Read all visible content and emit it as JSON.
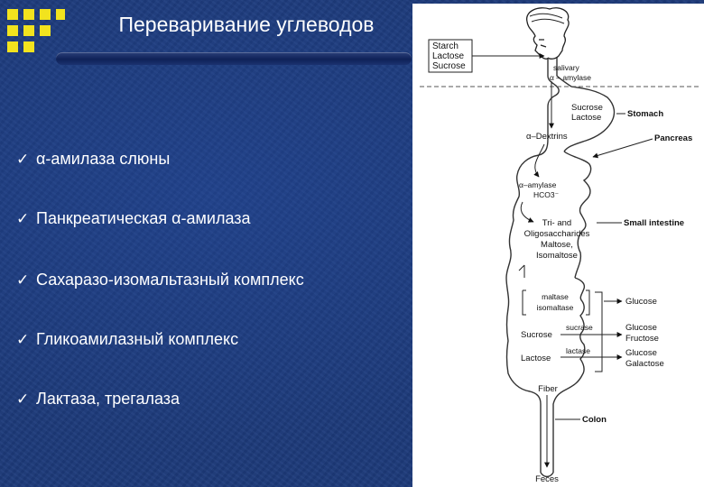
{
  "slide": {
    "title": "Переваривание углеводов",
    "bullets": [
      "α-амилаза слюны",
      "Панкреатическая α-амилаза",
      "Сахаразо-изомальтазный комплекс",
      "Гликоамилазный комплекс",
      "Лактаза, трегалаза"
    ],
    "bullet_icon": "checkmark-icon",
    "colors": {
      "background": "#1d3a7a",
      "accent": "#f2e31e",
      "text": "#ffffff"
    }
  },
  "diagram": {
    "input_sugars": [
      "Starch",
      "Lactose",
      "Sucrose"
    ],
    "salivary": "salivary",
    "salivary_amylase": "α – amylase",
    "stomach_sugars": [
      "Sucrose",
      "Lactose"
    ],
    "stomach": "Stomach",
    "dextrins": "α–Dextrins",
    "pancreas": "Pancreas",
    "pancreatic_amylase": "α–amylase",
    "hco3": "HCO3⁻",
    "small_intestine": "Small intestine",
    "oligo": [
      "Tri- and",
      "Oligosaccharides",
      "Maltose,",
      "Isomaltose"
    ],
    "enzymes_1": [
      "maltase",
      "isomaltase"
    ],
    "glucose_1": "Glucose",
    "sucrose": "Sucrose",
    "sucrase": "sucrase",
    "glucose_2": "Glucose",
    "fructose": "Fructose",
    "lactose": "Lactose",
    "lactase": "lactase",
    "glucose_3": "Glucose",
    "galactose": "Galactose",
    "fiber": "Fiber",
    "colon": "Colon",
    "feces": "Feces"
  }
}
